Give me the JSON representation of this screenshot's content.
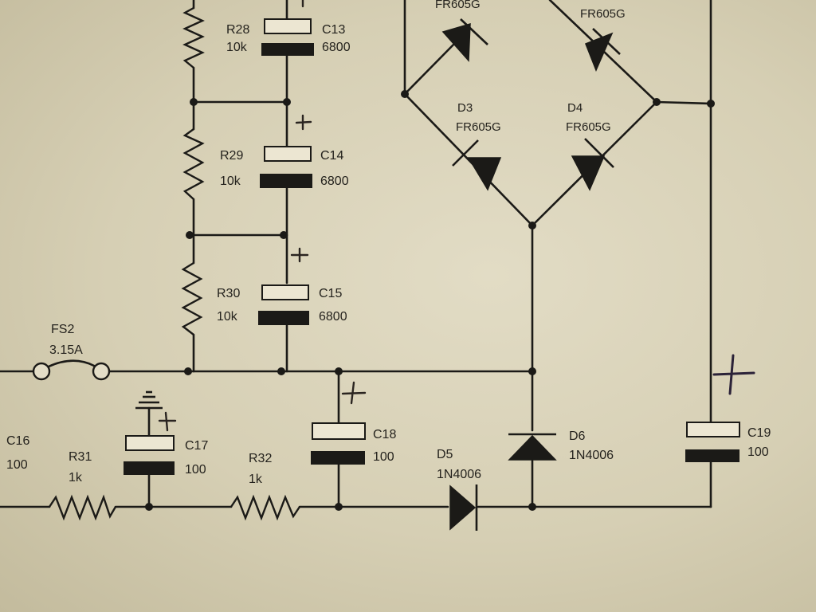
{
  "components": {
    "R28": {
      "ref": "R28",
      "value": "10k"
    },
    "R29": {
      "ref": "R29",
      "value": "10k"
    },
    "R30": {
      "ref": "R30",
      "value": "10k"
    },
    "R31": {
      "ref": "R31",
      "value": "1k"
    },
    "R32": {
      "ref": "R32",
      "value": "1k"
    },
    "C13": {
      "ref": "C13",
      "value": "6800"
    },
    "C14": {
      "ref": "C14",
      "value": "6800"
    },
    "C15": {
      "ref": "C15",
      "value": "6800"
    },
    "C16": {
      "ref": "C16",
      "value": "100"
    },
    "C17": {
      "ref": "C17",
      "value": "100"
    },
    "C18": {
      "ref": "C18",
      "value": "100"
    },
    "C19": {
      "ref": "C19",
      "value": "100"
    },
    "D1": {
      "value": "FR605G"
    },
    "D2": {
      "value": "FR605G"
    },
    "D3": {
      "ref": "D3",
      "value": "FR605G"
    },
    "D4": {
      "ref": "D4",
      "value": "FR605G"
    },
    "D5": {
      "ref": "D5",
      "value": "1N4006"
    },
    "D6": {
      "ref": "D6",
      "value": "1N4006"
    },
    "FS2": {
      "ref": "FS2",
      "value": "3.15A"
    }
  },
  "polarity_mark": "+"
}
